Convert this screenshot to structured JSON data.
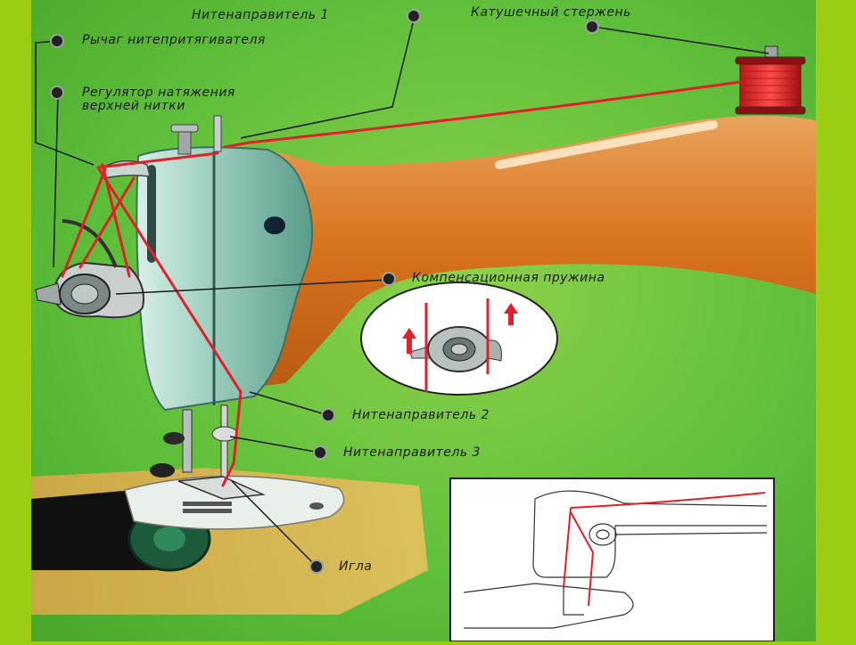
{
  "labels": {
    "thread_guide_1": "Нитенаправитель 1",
    "spool_pin": "Катушечный стержень",
    "take_up_lever": "Рычаг нитепритягивателя",
    "tension_regulator_line1": "Регулятор натяжения",
    "tension_regulator_line2": "верхней нитки",
    "compensation_spring": "Компенсационная пружина",
    "thread_guide_2": "Нитенаправитель 2",
    "thread_guide_3": "Нитенаправитель 3",
    "needle": "Игла"
  },
  "colors": {
    "frame": "#9acd14",
    "background": "#5fbf3a",
    "machine_arm": "#d9741e",
    "machine_head": "#9fd0c0",
    "thread": "#e3202a",
    "spool": "#e42a2a",
    "label_text": "#1a1a1a"
  },
  "icons": [
    "label-pointer-dot"
  ]
}
